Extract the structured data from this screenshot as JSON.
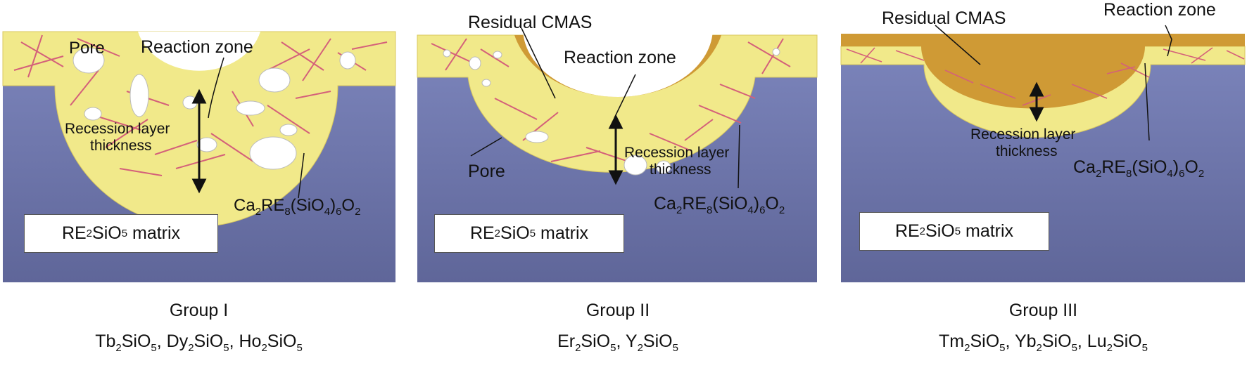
{
  "panels": [
    {
      "group": "Group I",
      "compounds": [
        "Tb2SiO5",
        "Dy2SiO5",
        "Ho2SiO5"
      ],
      "labels": {
        "pore": "Pore",
        "reaction_zone": "Reaction zone",
        "recession_line1": "Recession layer",
        "recession_line2": "thickness",
        "apatite": "Ca2RE8(SiO4)6O2",
        "matrix": "RE2SiO5 matrix"
      }
    },
    {
      "group": "Group II",
      "compounds": [
        "Er2SiO5",
        "Y2SiO5"
      ],
      "labels": {
        "residual": "Residual CMAS",
        "reaction_zone": "Reaction zone",
        "pore": "Pore",
        "recession_line1": "Recession layer",
        "recession_line2": "thickness",
        "apatite": "Ca2RE8(SiO4)6O2",
        "matrix": "RE2SiO5 matrix"
      }
    },
    {
      "group": "Group III",
      "compounds": [
        "Tm2SiO5",
        "Yb2SiO5",
        "Lu2SiO5"
      ],
      "labels": {
        "residual": "Residual CMAS",
        "reaction_zone": "Reaction zone",
        "recession_line1": "Recession layer",
        "recession_line2": "thickness",
        "apatite": "Ca2RE8(SiO4)6O2",
        "matrix": "RE2SiO5 matrix"
      }
    }
  ],
  "colors": {
    "matrix": "#6b73a8",
    "reaction_yellow": "#f1e98a",
    "needle": "#d4607a",
    "cmas": "#cf9a35",
    "pore": "#ffffff"
  }
}
